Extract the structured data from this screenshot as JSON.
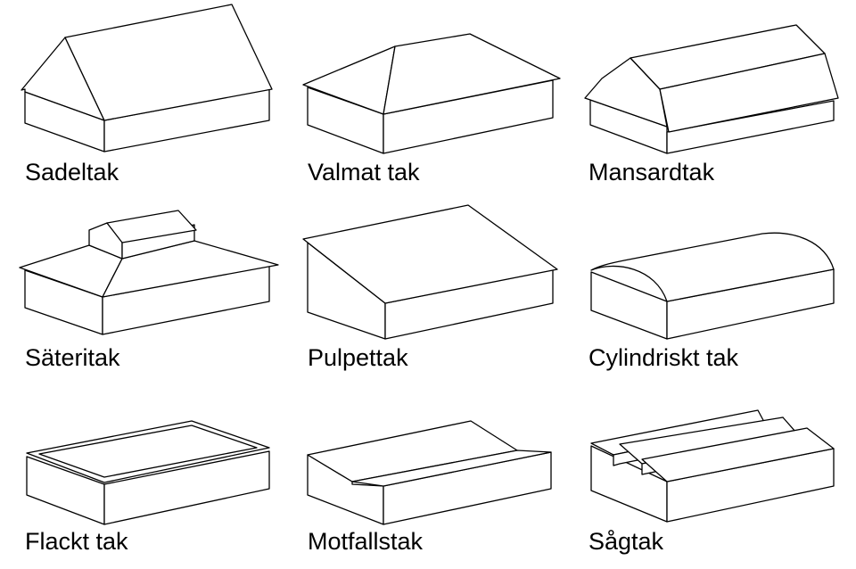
{
  "roof_types": [
    {
      "label": "Sadeltak"
    },
    {
      "label": "Valmat tak"
    },
    {
      "label": "Mansardtak"
    },
    {
      "label": "Säteritak"
    },
    {
      "label": "Pulpettak"
    },
    {
      "label": "Cylindriskt tak"
    },
    {
      "label": "Flackt tak"
    },
    {
      "label": "Motfallstak"
    },
    {
      "label": "Sågtak"
    }
  ]
}
